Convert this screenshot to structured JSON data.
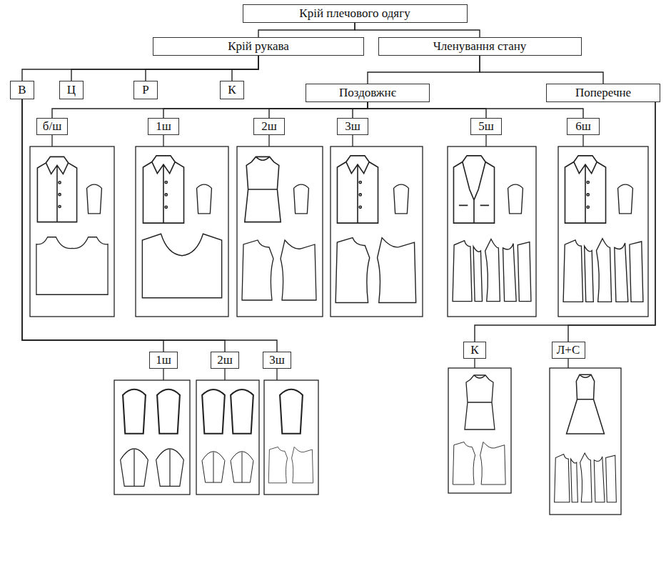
{
  "diagram": {
    "nodes": [
      {
        "text": [
          "Крій плечового одягу"
        ]
      },
      {
        "text": [
          "Крій рукава"
        ]
      },
      {
        "text": [
          "Членування стану"
        ]
      },
      {
        "text": [
          "В"
        ]
      },
      {
        "text": [
          "Ц"
        ]
      },
      {
        "text": [
          "Р"
        ]
      },
      {
        "text": [
          "К"
        ]
      },
      {
        "text": [
          "Поздовжнє"
        ]
      },
      {
        "text": [
          "Поперечне"
        ]
      },
      {
        "text": [
          "б/ш"
        ]
      },
      {
        "text": [
          "1ш"
        ]
      },
      {
        "text": [
          "2ш"
        ]
      },
      {
        "text": [
          "3ш"
        ]
      },
      {
        "text": [
          "5ш"
        ]
      },
      {
        "text": [
          "6ш"
        ]
      },
      {
        "text": [
          "1ш"
        ]
      },
      {
        "text": [
          "2ш"
        ]
      },
      {
        "text": [
          "3ш"
        ]
      },
      {
        "text": [
          "К"
        ]
      },
      {
        "text": [
          "Л+С"
        ]
      }
    ],
    "edges": [
      {
        "from": 0,
        "to": 1,
        "arrow": "none"
      },
      {
        "from": 0,
        "to": 2,
        "arrow": "none"
      },
      {
        "from": 1,
        "to": 3,
        "arrow": "none"
      },
      {
        "from": 1,
        "to": 4,
        "arrow": "none"
      },
      {
        "from": 1,
        "to": 5,
        "arrow": "none"
      },
      {
        "from": 1,
        "to": 6,
        "arrow": "none"
      },
      {
        "from": 2,
        "to": 7,
        "arrow": "none"
      },
      {
        "from": 2,
        "to": 8,
        "arrow": "none"
      },
      {
        "from": 7,
        "to": 9,
        "arrow": "none"
      },
      {
        "from": 7,
        "to": 10,
        "arrow": "none"
      },
      {
        "from": 7,
        "to": 11,
        "arrow": "none"
      },
      {
        "from": 7,
        "to": 12,
        "arrow": "none"
      },
      {
        "from": 7,
        "to": 13,
        "arrow": "none"
      },
      {
        "from": 7,
        "to": 14,
        "arrow": "none"
      },
      {
        "from": 3,
        "to": 15,
        "arrow": "none"
      },
      {
        "from": 3,
        "to": 16,
        "arrow": "none"
      },
      {
        "from": 3,
        "to": 17,
        "arrow": "none"
      },
      {
        "from": 8,
        "to": 18,
        "arrow": "none"
      },
      {
        "from": 8,
        "to": 19,
        "arrow": "none"
      }
    ]
  }
}
